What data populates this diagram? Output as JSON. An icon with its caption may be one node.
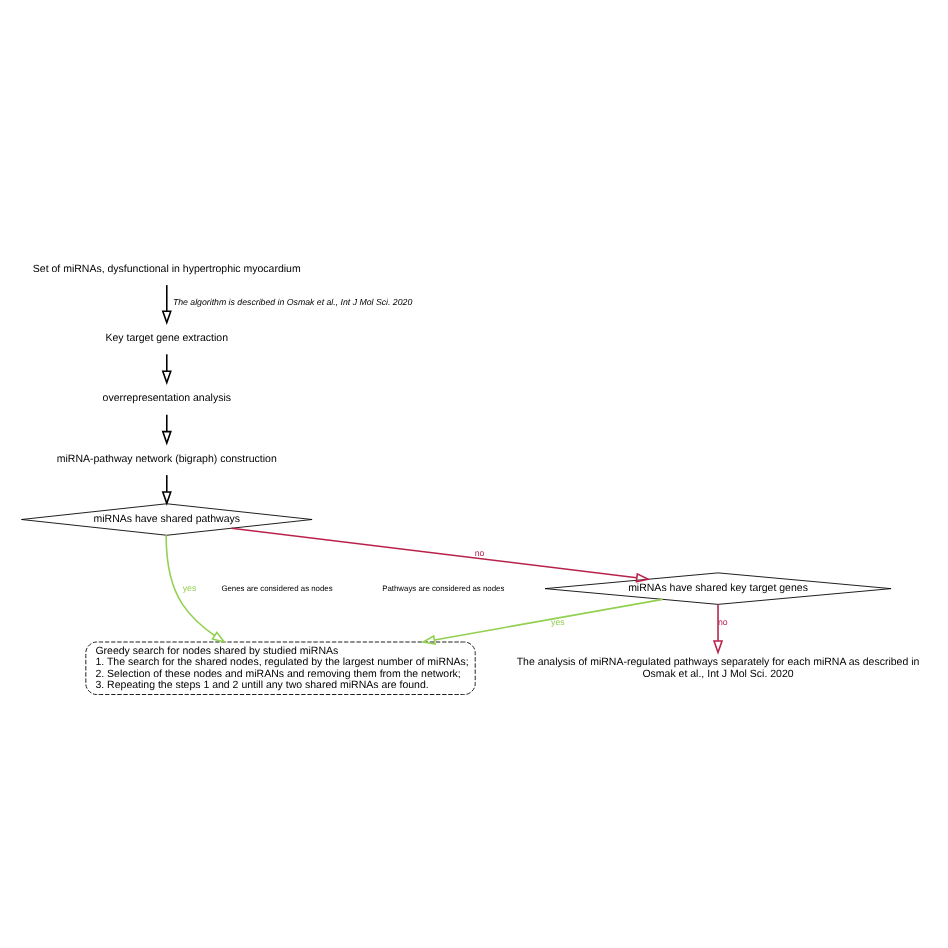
{
  "diagram": {
    "nodes": [
      {
        "text": [
          "Set of miRNAs, dysfunctional in hypertrophic myocardium"
        ]
      },
      {
        "text": [
          "Key target gene extraction"
        ]
      },
      {
        "text": [
          "overrepresentation analysis"
        ]
      },
      {
        "text": [
          "miRNA-pathway network (bigraph) construction"
        ]
      },
      {
        "text": [
          "miRNAs have shared pathways"
        ]
      },
      {
        "text": [
          "miRNAs have shared key target genes"
        ]
      },
      {
        "text": [
          "The analysis of miRNA-regulated pathways separately for each miRNA as described in",
          "Osmak et al., Int J Mol Sci. 2020"
        ]
      },
      {
        "text": [
          "Greedy search for nodes shared by studied miRNAs",
          "1. The search for the shared nodes, regulated by the largest number of miRNAs;",
          "2. Selection of these nodes and miRANs and removing them from the network;",
          "3. Repeating the steps 1 and 2 untill any two shared miRNAs are found."
        ]
      }
    ],
    "edges": [
      {
        "from": 0,
        "to": 1,
        "arrow": "to",
        "label": "The algorithm is described in Osmak et al., Int J Mol Sci. 2020"
      },
      {
        "from": 1,
        "to": 2,
        "arrow": "to"
      },
      {
        "from": 2,
        "to": 3,
        "arrow": "to"
      },
      {
        "from": 3,
        "to": 4,
        "arrow": "to"
      },
      {
        "from": 4,
        "to": 7,
        "arrow": "to",
        "color": "#92d050",
        "label": "yes"
      },
      {
        "from": 4,
        "to": 5,
        "arrow": "to",
        "color": "#b8224a",
        "label": "no"
      },
      {
        "from": 5,
        "to": 7,
        "arrow": "to",
        "color": "#92d050",
        "label": "yes"
      },
      {
        "from": 5,
        "to": 6,
        "arrow": "to",
        "color": "#b8224a",
        "label": "no"
      }
    ],
    "labels": [
      "Pathways are considered as nodes",
      "Genes are considered as nodes"
    ]
  }
}
